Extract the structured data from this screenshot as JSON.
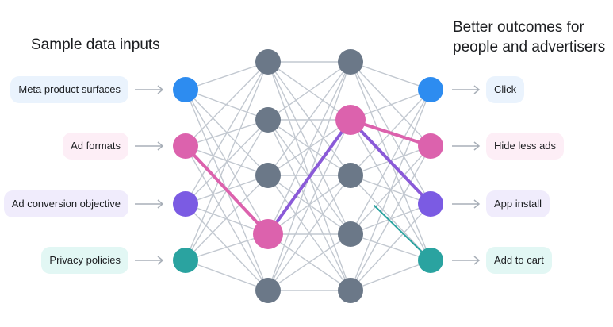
{
  "headings": {
    "inputs": "Sample data inputs",
    "outputs_line1": "Better outcomes for",
    "outputs_line2": "people and advertisers"
  },
  "inputs": [
    {
      "label": "Meta product surfaces",
      "color": "#2d8cf0",
      "chip_bg": "#eaf3fd"
    },
    {
      "label": "Ad formats",
      "color": "#dc62ad",
      "chip_bg": "#fdeef6"
    },
    {
      "label": "Ad conversion objective",
      "color": "#7b5be3",
      "chip_bg": "#f0ecfc"
    },
    {
      "label": "Privacy policies",
      "color": "#2aa3a0",
      "chip_bg": "#e2f7f4"
    }
  ],
  "outputs": [
    {
      "label": "Click",
      "color": "#2d8cf0",
      "chip_bg": "#eaf3fd"
    },
    {
      "label": "Hide less ads",
      "color": "#dc62ad",
      "chip_bg": "#fdeef6"
    },
    {
      "label": "App install",
      "color": "#7b5be3",
      "chip_bg": "#f0ecfc"
    },
    {
      "label": "Add to cart",
      "color": "#2aa3a0",
      "chip_bg": "#e2f7f4"
    }
  ],
  "colors": {
    "hidden_node": "#6b7888",
    "edge": "#c2c8d0",
    "arrow": "#a8afb8",
    "highlight_pink": "#dc62ad",
    "highlight_purple": "#8a5ad8",
    "highlight_teal": "#2aa3a0"
  }
}
